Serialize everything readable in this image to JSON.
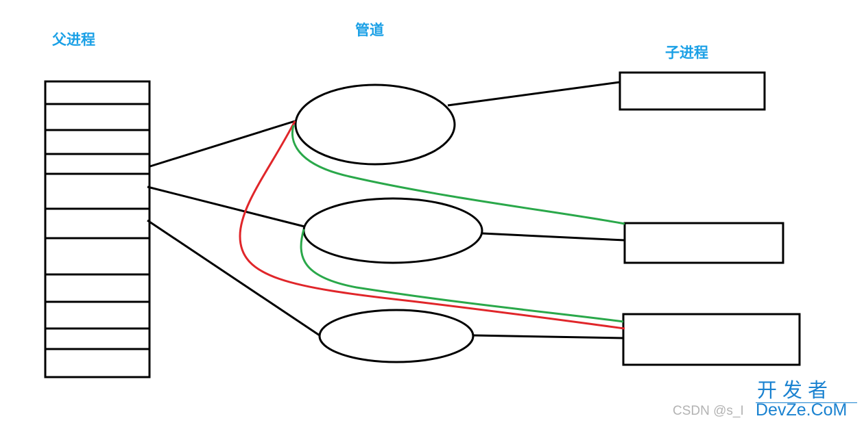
{
  "labels": {
    "parent": "父进程",
    "pipe": "管道",
    "child": "子进程"
  },
  "watermark": {
    "text": "CSDN @s_I"
  },
  "logo": {
    "cn": "开发者",
    "en": "DevZe.CoM"
  },
  "colors": {
    "label": "#1aa0e6",
    "stroke": "#000000",
    "red_line": "#e0262a",
    "green_line": "#2aa84a",
    "logo": "#1a82d0"
  }
}
